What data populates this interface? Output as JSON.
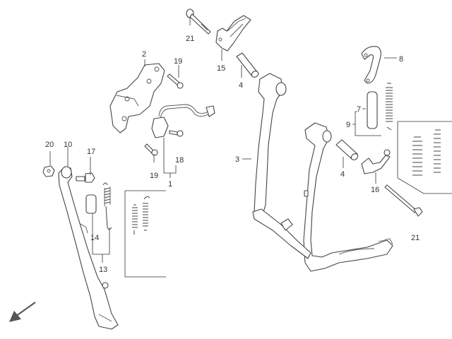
{
  "diagram": {
    "title": "Stands exploded parts diagram",
    "callouts": [
      {
        "id": "c-2",
        "label": "2",
        "part": "bracket"
      },
      {
        "id": "c-19a",
        "label": "19",
        "part": "bolt"
      },
      {
        "id": "c-19b",
        "label": "19",
        "part": "bolt"
      },
      {
        "id": "c-18",
        "label": "18",
        "part": "bolt"
      },
      {
        "id": "c-1",
        "label": "1",
        "part": "side stand assembly"
      },
      {
        "id": "c-21a",
        "label": "21",
        "part": "long bolt"
      },
      {
        "id": "c-15",
        "label": "15",
        "part": "bracket plate"
      },
      {
        "id": "c-4a",
        "label": "4",
        "part": "bushing"
      },
      {
        "id": "c-4b",
        "label": "4",
        "part": "bushing"
      },
      {
        "id": "c-3",
        "label": "3",
        "part": "center stand"
      },
      {
        "id": "c-8",
        "label": "8",
        "part": "hook arm"
      },
      {
        "id": "c-7",
        "label": "7",
        "part": "spacer"
      },
      {
        "id": "c-9",
        "label": "9",
        "part": "spring set"
      },
      {
        "id": "c-16",
        "label": "16",
        "part": "bracket"
      },
      {
        "id": "c-21b",
        "label": "21",
        "part": "long bolt"
      },
      {
        "id": "c-20",
        "label": "20",
        "part": "nut"
      },
      {
        "id": "c-10",
        "label": "10",
        "part": "side stand"
      },
      {
        "id": "c-17",
        "label": "17",
        "part": "pivot bolt"
      },
      {
        "id": "c-14",
        "label": "14",
        "part": "rubber"
      },
      {
        "id": "c-13",
        "label": "13",
        "part": "spring set"
      }
    ],
    "front_arrow": "front-direction-arrow"
  }
}
